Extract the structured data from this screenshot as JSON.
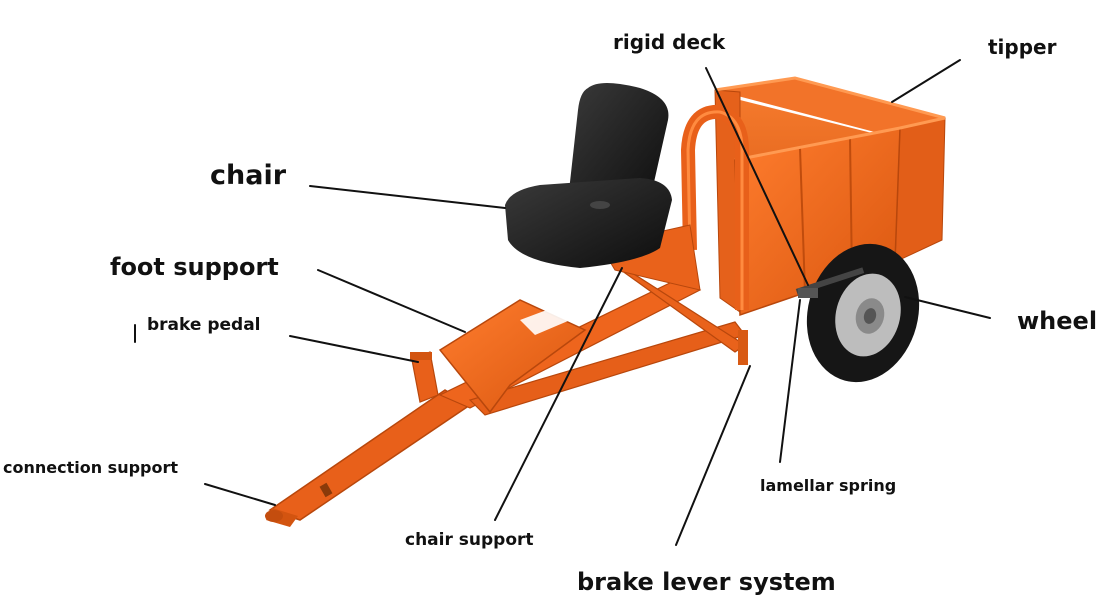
{
  "diagram": {
    "labels": {
      "rigid_deck": "rigid deck",
      "tipper": "tipper",
      "chair": "chair",
      "foot_support": "foot support",
      "brake_pedal": "brake pedal",
      "wheel": "wheel",
      "connection_support": "connection support",
      "lamellar_spring": "lamellar spring",
      "chair_support": "chair support",
      "brake_lever_system": "brake lever system"
    },
    "colors": {
      "body": "#f06a1c",
      "body_dark": "#c9500f",
      "body_light": "#ff8a3d",
      "seat": "#1a1a1a",
      "tire": "#161616",
      "rim": "#c8c8c8",
      "leader_line": "#111111"
    }
  }
}
